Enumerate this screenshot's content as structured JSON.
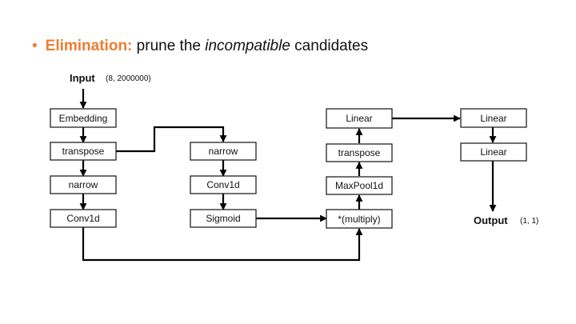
{
  "heading": {
    "bullet": "•",
    "keyword": "Elimination:",
    "text_before": " prune the ",
    "emphasis": "incompatible",
    "text_after": " candidates"
  },
  "colors": {
    "accent": "#ed7d31",
    "box_border": "#222222",
    "arrow": "#000000"
  },
  "input": {
    "label": "Input",
    "shape": "(8, 2000000)"
  },
  "output": {
    "label": "Output",
    "shape": "(1, 1)"
  },
  "nodes": {
    "embedding": "Embedding",
    "transpose_a": "transpose",
    "narrow_a": "narrow",
    "conv1d_a": "Conv1d",
    "narrow_b": "narrow",
    "conv1d_b": "Conv1d",
    "sigmoid": "Sigmoid",
    "multiply": "*(multiply)",
    "maxpool": "MaxPool1d",
    "transpose_b": "transpose",
    "linear_a": "Linear",
    "linear_b": "Linear",
    "linear_c": "Linear"
  }
}
